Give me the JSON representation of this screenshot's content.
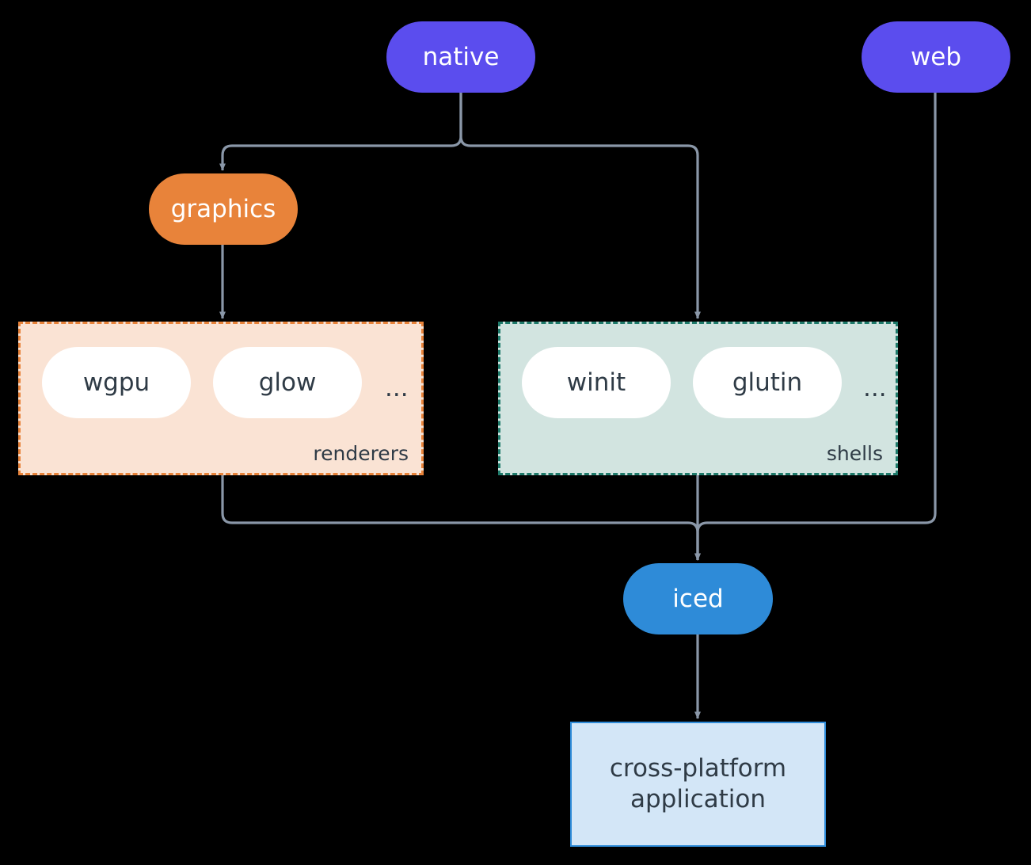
{
  "diagram": {
    "type": "flowchart",
    "background_color": "#000000",
    "edge_color": "#8A97A8",
    "nodes": {
      "native": {
        "label": "native",
        "shape": "pill",
        "fill": "#5B4DEE",
        "text_color": "#FFFFFF"
      },
      "web": {
        "label": "web",
        "shape": "pill",
        "fill": "#5B4DEE",
        "text_color": "#FFFFFF"
      },
      "graphics": {
        "label": "graphics",
        "shape": "pill",
        "fill": "#E8833A",
        "text_color": "#FFFFFF"
      },
      "iced": {
        "label": "iced",
        "shape": "pill",
        "fill": "#2E8BD8",
        "text_color": "#FFFFFF"
      },
      "application": {
        "line1": "cross-platform",
        "line2": "application",
        "shape": "rectangle",
        "fill": "#D3E6F7",
        "border": "#2E8BD8",
        "text_color": "#2F3B46"
      }
    },
    "groups": {
      "renderers": {
        "label": "renderers",
        "fill": "#FAE3D4",
        "border": "#E8833A",
        "border_style": "dashed",
        "items": [
          {
            "label": "wgpu"
          },
          {
            "label": "glow"
          }
        ],
        "more": "..."
      },
      "shells": {
        "label": "shells",
        "fill": "#D2E4E0",
        "border": "#1E7A6A",
        "border_style": "dashed",
        "items": [
          {
            "label": "winit"
          },
          {
            "label": "glutin"
          }
        ],
        "more": "..."
      }
    },
    "edges": [
      {
        "from": "native",
        "to": "graphics"
      },
      {
        "from": "native",
        "to": "shells"
      },
      {
        "from": "graphics",
        "to": "renderers"
      },
      {
        "from": "renderers",
        "to": "iced"
      },
      {
        "from": "shells",
        "to": "iced"
      },
      {
        "from": "web",
        "to": "iced"
      },
      {
        "from": "iced",
        "to": "application"
      }
    ]
  }
}
